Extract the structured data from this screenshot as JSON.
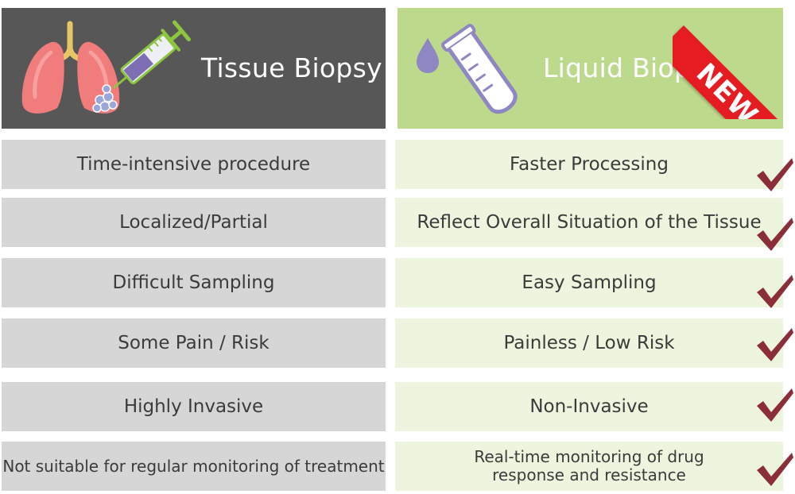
{
  "left_header": {
    "title": "Tissue Biopsy",
    "icon": "lungs-syringe-icon"
  },
  "right_header": {
    "title": "Liquid Biopsy",
    "icon": "test-tube-drop-icon",
    "badge": "NEW"
  },
  "rows": [
    {
      "left": "Time-intensive procedure",
      "right": "Faster Processing"
    },
    {
      "left": "Localized/Partial",
      "right": "Reflect Overall Situation of the Tissue"
    },
    {
      "left": "Difficult Sampling",
      "right": "Easy Sampling"
    },
    {
      "left": "Some Pain / Risk",
      "right": "Painless / Low Risk"
    },
    {
      "left": "Highly Invasive",
      "right": "Non-Invasive"
    },
    {
      "left": "Not suitable for regular monitoring of treatment",
      "right": "Real-time monitoring of drug\nresponse and resistance"
    }
  ],
  "colors": {
    "left_header": "#575757",
    "right_header": "#bcd98c",
    "left_row": "#d6d6d6",
    "right_row": "#eef5df",
    "check": "#8b2e3a",
    "ribbon": "#e51d22"
  }
}
